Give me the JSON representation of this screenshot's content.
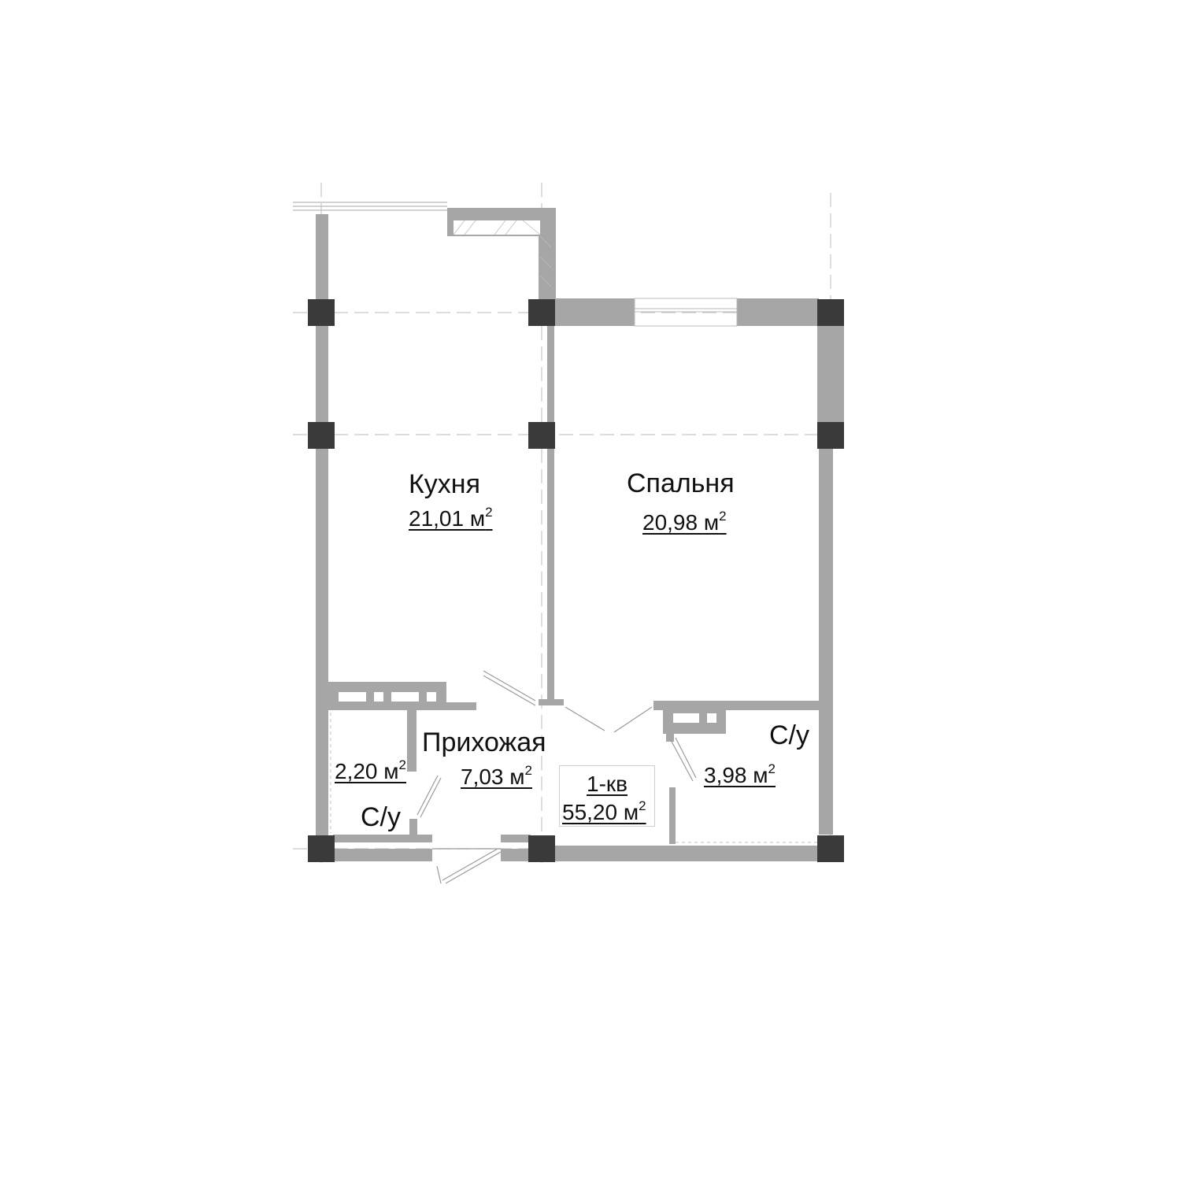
{
  "rooms": {
    "kitchen": {
      "name": "Кухня",
      "area": "21,01 м",
      "unit_sup": "2"
    },
    "bedroom": {
      "name": "Спальня",
      "area": "20,98 м",
      "unit_sup": "2"
    },
    "hallway": {
      "name": "Прихожая",
      "area": "7,03 м",
      "unit_sup": "2"
    },
    "wc_left": {
      "name": "С/у",
      "area": "2,20 м",
      "unit_sup": "2"
    },
    "wc_right": {
      "name": "С/у",
      "area": "3,98 м",
      "unit_sup": "2"
    }
  },
  "apartment": {
    "type": "1-кв",
    "area": "55,20 м",
    "unit_sup": "2"
  },
  "colors": {
    "wall": "#a6a6a6",
    "column": "#3a3a3a",
    "axis": "#c8c8c8",
    "text": "#111111"
  }
}
